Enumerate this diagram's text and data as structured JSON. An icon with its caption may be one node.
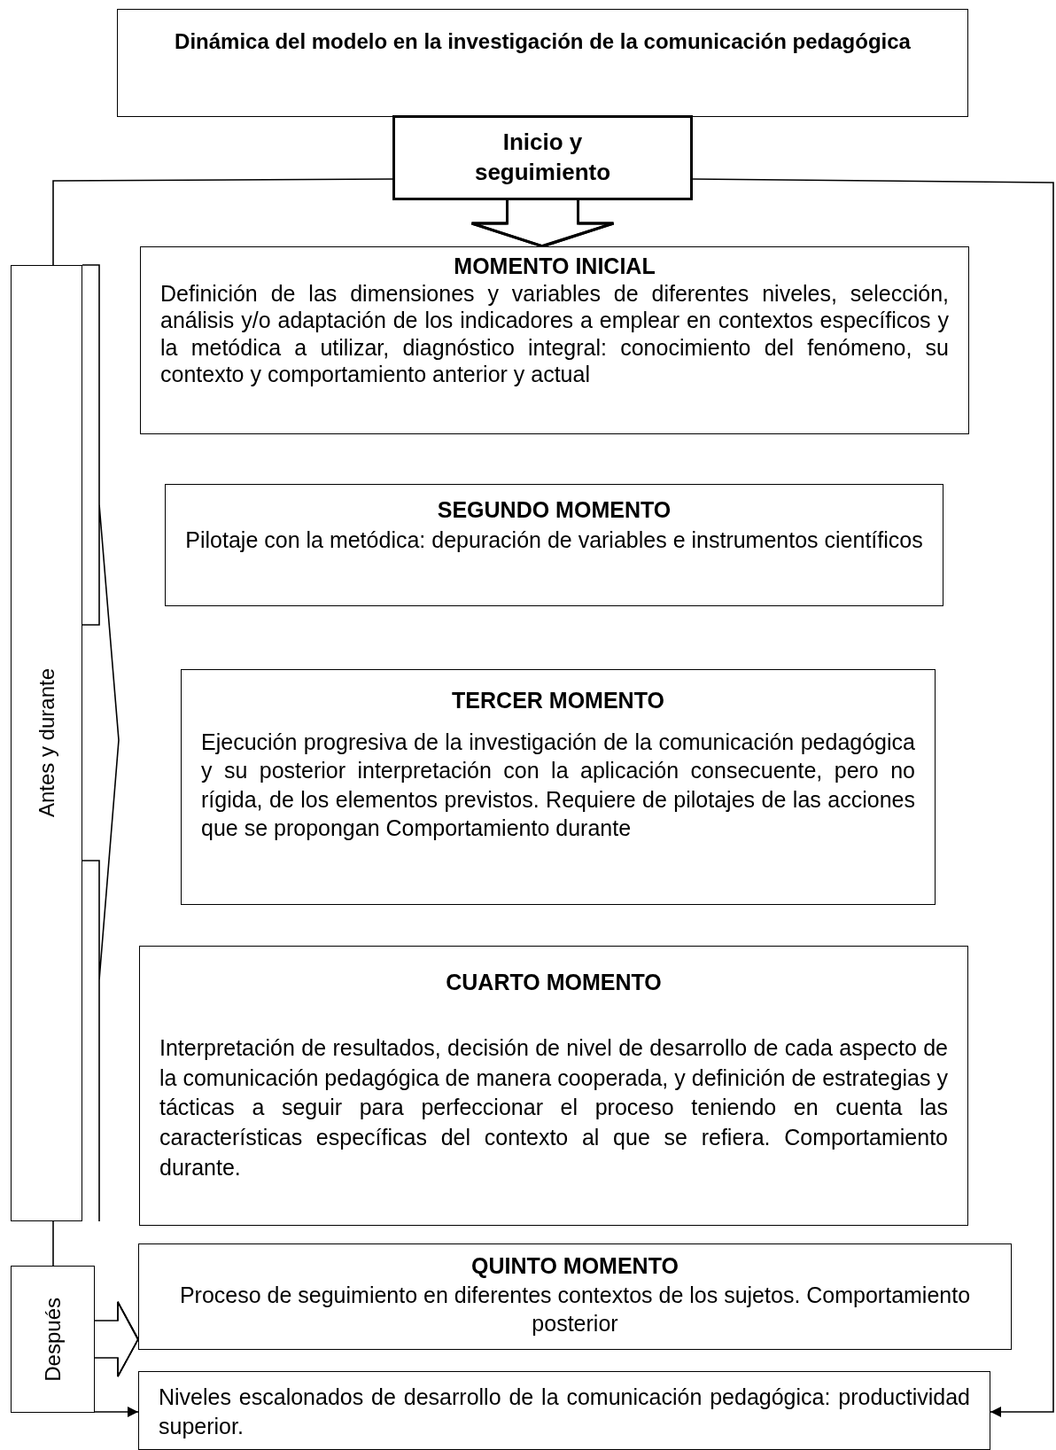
{
  "diagram": {
    "nodes": [
      {
        "text": [
          "Dinámica del modelo en la investigación de la comunicación pedagógica"
        ]
      },
      {
        "text": [
          "Inicio y seguimiento"
        ]
      },
      {
        "text": [
          "MOMENTO INICIAL",
          "Definición  de las dimensiones y variables de diferentes niveles, selección, análisis y/o adaptación de los indicadores a emplear en contextos específicos y la metódica a utilizar, diagnóstico integral: conocimiento del fenómeno, su contexto y comportamiento anterior y actual"
        ]
      },
      {
        "text": [
          "SEGUNDO MOMENTO",
          "Pilotaje con la metódica: depuración de variables e instrumentos científicos"
        ]
      },
      {
        "text": [
          "TERCER MOMENTO",
          "Ejecución progresiva de la investigación de la comunicación pedagógica y su posterior interpretación con la aplicación consecuente, pero no rígida, de los elementos previstos. Requiere de pilotajes de las acciones que se propongan Comportamiento durante"
        ]
      },
      {
        "text": [
          "CUARTO MOMENTO",
          "Interpretación de resultados, decisión de nivel de desarrollo de cada aspecto de la comunicación pedagógica de manera cooperada, y definición de estrategias y tácticas a seguir para perfeccionar el proceso teniendo en cuenta las características específicas del contexto al que se refiera. Comportamiento durante."
        ]
      },
      {
        "text": [
          "Antes y durante"
        ]
      },
      {
        "text": [
          "Después"
        ]
      },
      {
        "text": [
          "QUINTO MOMENTO",
          "Proceso de seguimiento en diferentes contextos de los sujetos. Comportamiento posterior"
        ]
      },
      {
        "text": [
          "Niveles escalonados de desarrollo de la comunicación pedagógica: productividad superior."
        ]
      }
    ],
    "edges": [
      {
        "from": 1,
        "to": 2,
        "arrow": "to"
      },
      {
        "from": 1,
        "to": 6,
        "arrow": "none"
      },
      {
        "from": 1,
        "to": 9,
        "arrow": "to"
      },
      {
        "from": 6,
        "to": 7,
        "arrow": "none"
      },
      {
        "from": 7,
        "to": 8,
        "arrow": "to"
      },
      {
        "from": 7,
        "to": 9,
        "arrow": "to"
      }
    ]
  }
}
